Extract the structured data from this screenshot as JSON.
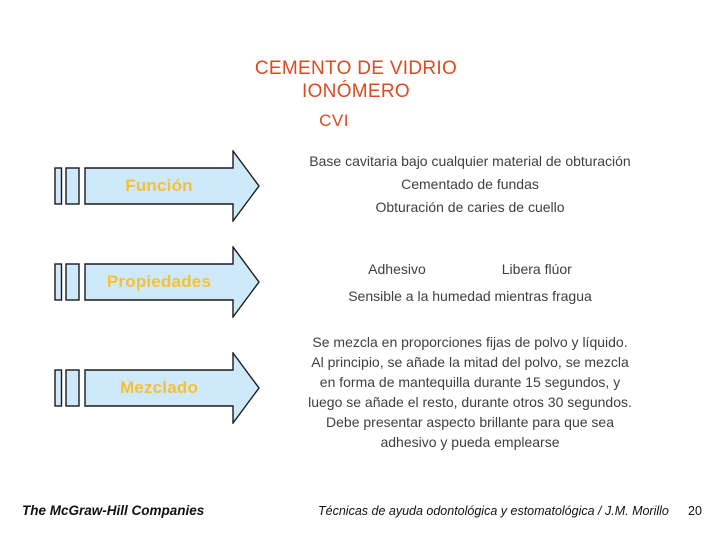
{
  "title": {
    "line1": "CEMENTO DE VIDRIO",
    "line2": "IONÓMERO",
    "subtitle": "CVI"
  },
  "sections": [
    {
      "label": "Función",
      "lines": [
        "Base cavitaria bajo cualquier material de obturación",
        "Cementado de fundas",
        "Obturación de caries de cuello"
      ]
    },
    {
      "label": "Propiedades",
      "pair": [
        "Adhesivo",
        "Libera flúor"
      ],
      "lines": [
        "Sensible a la humedad mientras fragua"
      ]
    },
    {
      "label": "Mezclado",
      "lines": [
        "Se mezcla en proporciones fijas de polvo y líquido.",
        "Al principio, se añade la mitad del polvo, se mezcla",
        "en forma de mantequilla durante 15 segundos, y",
        "luego se añade el resto, durante otros 30 segundos.",
        "Debe presentar aspecto brillante para que sea",
        "adhesivo y pueda emplearse"
      ]
    }
  ],
  "footer": {
    "brand": "The McGraw-Hill Companies",
    "credits": "Técnicas de ayuda odontológica y estomatológica / J.M. Morillo",
    "page": "20"
  },
  "colors": {
    "title": "#db4a21",
    "label": "#f8c031",
    "arrow_fill": "#cde9fa",
    "arrow_stroke": "#1a1a1a",
    "body_text": "#3f3f3f"
  }
}
